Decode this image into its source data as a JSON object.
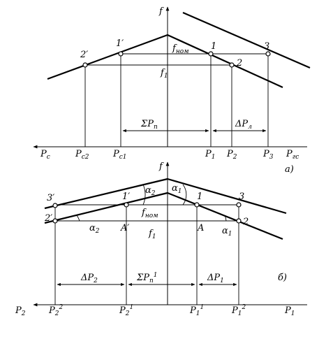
{
  "diagram_a": {
    "axis_f": "f",
    "f_nom": "f",
    "f_nom_sub": "ном",
    "f1": "f",
    "f1_sub": "1",
    "points": {
      "p2p": "2′",
      "p1p": "1′",
      "p1": "1",
      "p2": "2",
      "p3": "3"
    },
    "sum_label": "ΣP",
    "sum_sub": "п",
    "delta_label": "ΔP",
    "delta_sub": "л",
    "left_axis": "P",
    "left_axis_sub": "с",
    "right_axis": "P",
    "right_axis_sub": "гс",
    "ticks": [
      {
        "t": "P",
        "s": "с2"
      },
      {
        "t": "P",
        "s": "с1"
      },
      {
        "t": "P",
        "s": "1"
      },
      {
        "t": "P",
        "s": "2"
      },
      {
        "t": "P",
        "s": "3"
      }
    ],
    "caption": "а)"
  },
  "diagram_b": {
    "axis_f": "f",
    "f_nom": "f",
    "f_nom_sub": "ном",
    "f1": "f",
    "f1_sub": "1",
    "points": {
      "p3p": "3′",
      "p2p": "2′",
      "p1p": "1′",
      "Ap": "A′",
      "A": "A",
      "p1": "1",
      "p3": "3",
      "p2": "2"
    },
    "alpha2": "α",
    "alpha2_sub": "2",
    "alpha1": "α",
    "alpha1_sub": "1",
    "dP2": "ΔP",
    "dP2_sub": "2",
    "sumP1": "ΣP",
    "sumP1_sub": "п",
    "sumP1_sup": "1",
    "dP1": "ΔP",
    "dP1_sub": "1",
    "left_axis": "P",
    "left_axis_sub": "2",
    "right_axis": "P",
    "right_axis_sub": "1",
    "caption": "б)"
  }
}
